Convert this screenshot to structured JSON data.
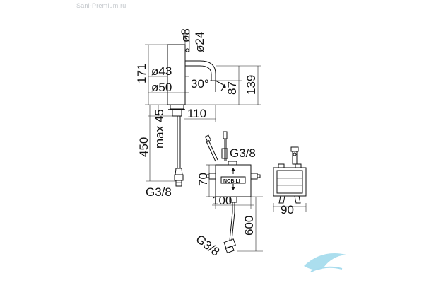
{
  "watermark": "Sani-Premium.ru",
  "dimensions": {
    "d8": "ø8",
    "d24": "ø24",
    "h171": "171",
    "d43": "ø43",
    "d50": "ø50",
    "angle30": "30°",
    "h87": "87",
    "h139": "139",
    "w110": "110",
    "max45": "max 45",
    "h450": "450",
    "g38_a": "G3/8",
    "g38_b": "G3/8",
    "g38_c": "G3/8",
    "h70": "70",
    "w100": "100",
    "w90": "90",
    "h600": "600"
  },
  "logo": {
    "brand": "NOBILI",
    "swoosh_color": "#8fd3e8"
  }
}
